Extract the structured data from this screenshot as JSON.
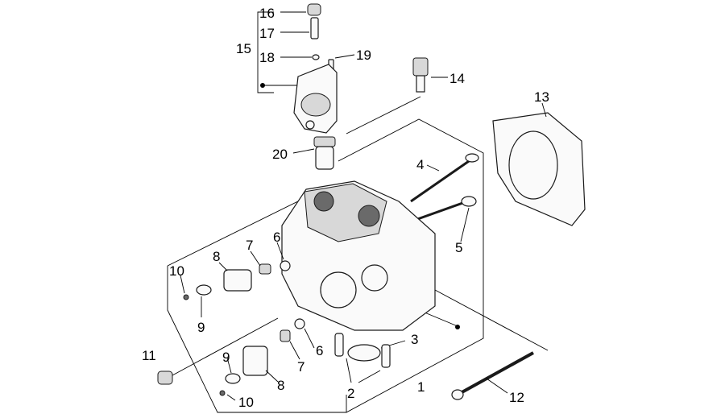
{
  "diagram": {
    "callouts": [
      {
        "id": "c16",
        "text": "16"
      },
      {
        "id": "c17",
        "text": "17"
      },
      {
        "id": "c15",
        "text": "15"
      },
      {
        "id": "c18",
        "text": "18"
      },
      {
        "id": "c19",
        "text": "19"
      },
      {
        "id": "c14",
        "text": "14"
      },
      {
        "id": "c13",
        "text": "13"
      },
      {
        "id": "c20",
        "text": "20"
      },
      {
        "id": "c4",
        "text": "4"
      },
      {
        "id": "c5",
        "text": "5"
      },
      {
        "id": "c6a",
        "text": "6"
      },
      {
        "id": "c7a",
        "text": "7"
      },
      {
        "id": "c8a",
        "text": "8"
      },
      {
        "id": "c10a",
        "text": "10"
      },
      {
        "id": "c9a",
        "text": "9"
      },
      {
        "id": "c3",
        "text": "3"
      },
      {
        "id": "c6b",
        "text": "6"
      },
      {
        "id": "c7b",
        "text": "7"
      },
      {
        "id": "c11",
        "text": "11"
      },
      {
        "id": "c9b",
        "text": "9"
      },
      {
        "id": "c8b",
        "text": "8"
      },
      {
        "id": "c10b",
        "text": "10"
      },
      {
        "id": "c2",
        "text": "2"
      },
      {
        "id": "c1",
        "text": "1"
      },
      {
        "id": "c12",
        "text": "12"
      }
    ]
  }
}
